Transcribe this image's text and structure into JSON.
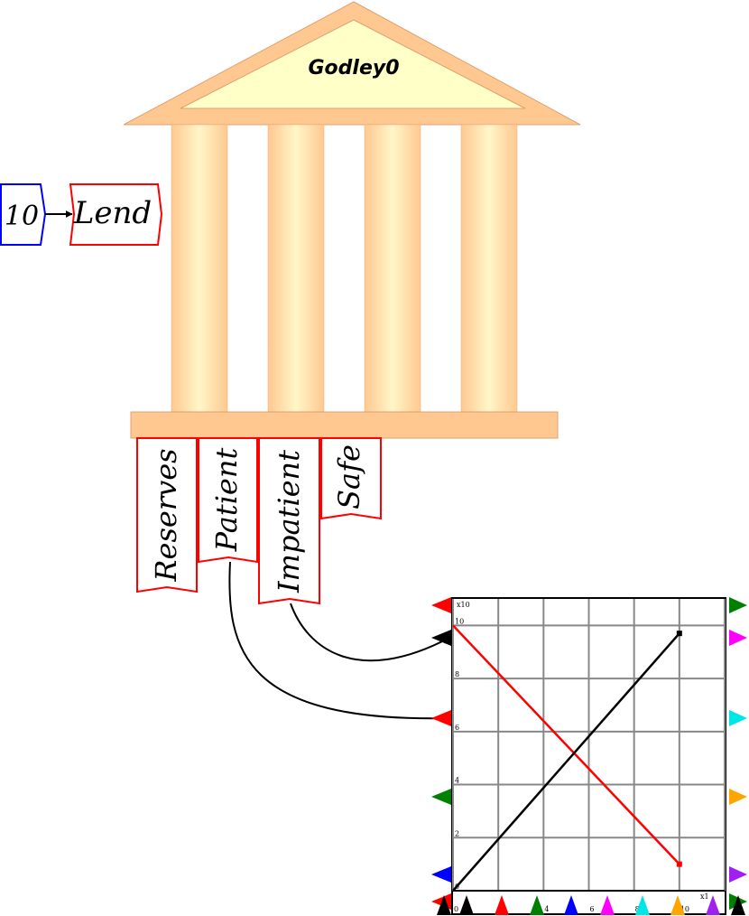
{
  "godley": {
    "title": "Godley0"
  },
  "constant": {
    "value": "10"
  },
  "flow": {
    "label": "Lend"
  },
  "stocks": [
    {
      "label": "Reserves"
    },
    {
      "label": "Patient"
    },
    {
      "label": "Impatient"
    },
    {
      "label": "Safe"
    }
  ],
  "plot": {
    "y_multiplier": "x10",
    "x_multiplier": "x1",
    "y_ticks": [
      "0",
      "2",
      "4",
      "6",
      "8",
      "10"
    ],
    "x_ticks": [
      "0",
      "2",
      "4",
      "6",
      "8",
      "10"
    ],
    "port_colors": {
      "black": "#000000",
      "red": "#ff0000",
      "green": "#008000",
      "blue": "#0000ff",
      "magenta": "#ff00ff",
      "cyan": "#00e5e5",
      "orange": "#ffa500",
      "purple": "#a020f0"
    }
  },
  "chart_data": {
    "type": "line",
    "xlabel": "",
    "ylabel": "",
    "xlim": [
      0,
      12
    ],
    "ylim": [
      0,
      110
    ],
    "grid": true,
    "series": [
      {
        "color": "#ff0000",
        "x": [
          0,
          10
        ],
        "y": [
          100,
          10
        ]
      },
      {
        "color": "#000000",
        "x": [
          0,
          10
        ],
        "y": [
          0,
          97
        ]
      }
    ]
  }
}
